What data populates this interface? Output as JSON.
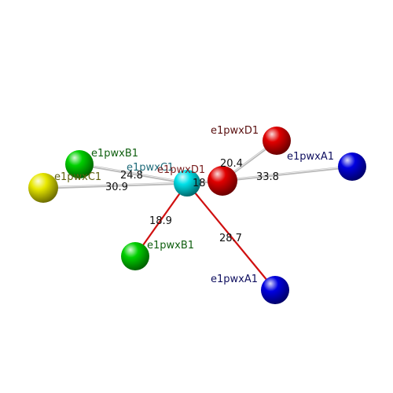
{
  "atoms": [
    {
      "id": "center",
      "label": "e1pwxC1",
      "color": "#00e0e8"
    },
    {
      "id": "red_near",
      "label": "e1pwxD1",
      "color": "#e00000"
    },
    {
      "id": "red_top",
      "label": "e1pwxD1",
      "color": "#e00000"
    },
    {
      "id": "blue_right",
      "label": "e1pwxA1",
      "color": "#0000e0"
    },
    {
      "id": "blue_bottom",
      "label": "e1pwxA1",
      "color": "#0000e0"
    },
    {
      "id": "green_top",
      "label": "e1pwxB1",
      "color": "#00d000"
    },
    {
      "id": "green_bottom",
      "label": "e1pwxB1",
      "color": "#00d000"
    },
    {
      "id": "yellow_left",
      "label": "e1pwxC1",
      "color": "#e8e800"
    }
  ],
  "bonds": [
    {
      "a": "green_top",
      "b": "center",
      "distance": "24.8",
      "style": "gray"
    },
    {
      "a": "yellow_left",
      "b": "center",
      "distance": "30.9",
      "style": "gray"
    },
    {
      "a": "center",
      "b": "red_near",
      "distance": "18",
      "style": "gray"
    },
    {
      "a": "red_near",
      "b": "red_top",
      "distance": "20.4",
      "style": "gray"
    },
    {
      "a": "red_near",
      "b": "blue_right",
      "distance": "33.8",
      "style": "gray"
    },
    {
      "a": "center",
      "b": "green_bottom",
      "distance": "18.9",
      "style": "red"
    },
    {
      "a": "center",
      "b": "blue_bottom",
      "distance": "28.7",
      "style": "red"
    }
  ]
}
